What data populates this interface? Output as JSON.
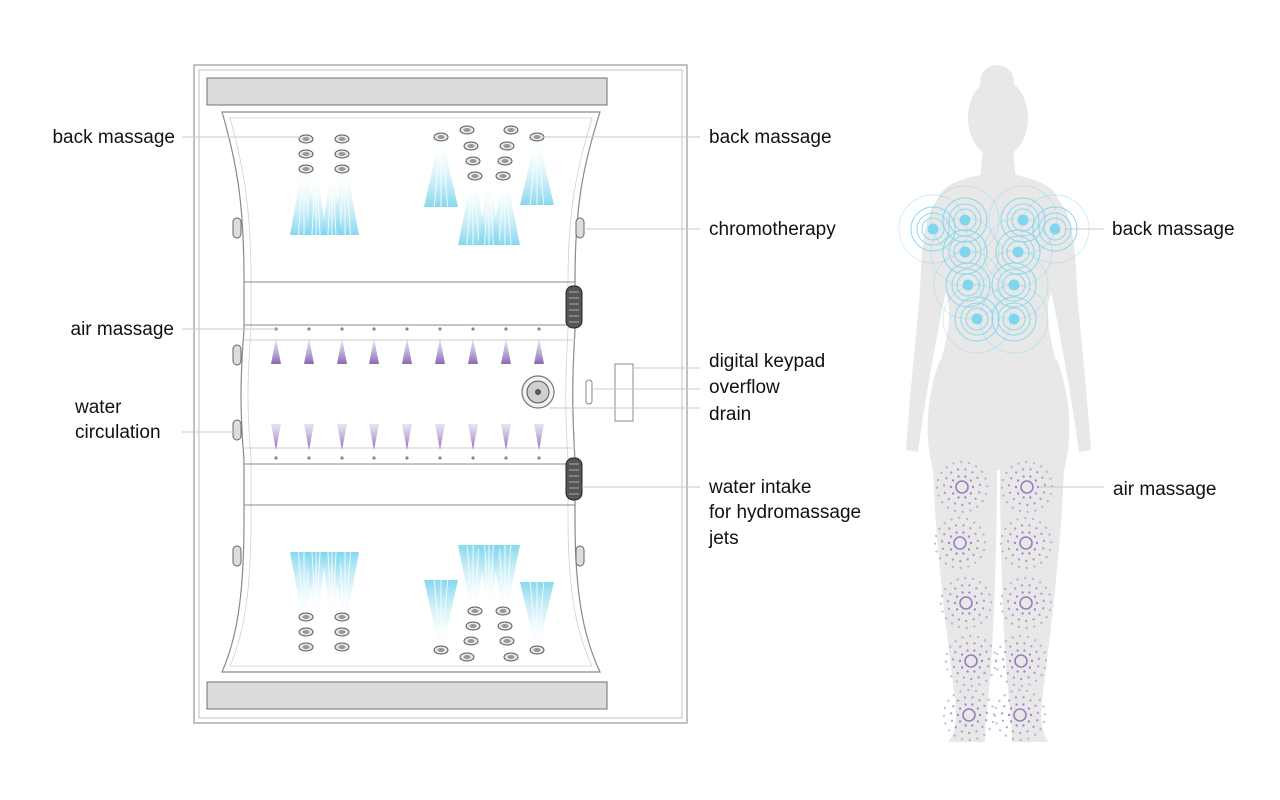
{
  "labels": {
    "back_massage_left": "back massage",
    "back_massage_right": "back massage",
    "chromotherapy": "chromotherapy",
    "air_massage_left": "air massage",
    "water_circulation_1": "water",
    "water_circulation_2": "circulation",
    "digital_keypad": "digital keypad",
    "overflow": "overflow",
    "drain": "drain",
    "water_intake_1": "water intake",
    "water_intake_2": "for hydromassage",
    "water_intake_3": "jets",
    "body_back_massage": "back massage",
    "body_air_massage": "air massage"
  },
  "colors": {
    "water_jet": "#7fd6ee",
    "air_jet": "#9b7cc0",
    "body": "#e8e8e8",
    "tub_outline": "#9a9a9a",
    "headrest": "#dcdcdc",
    "text": "#111111",
    "callout": "#c9c9c9"
  }
}
